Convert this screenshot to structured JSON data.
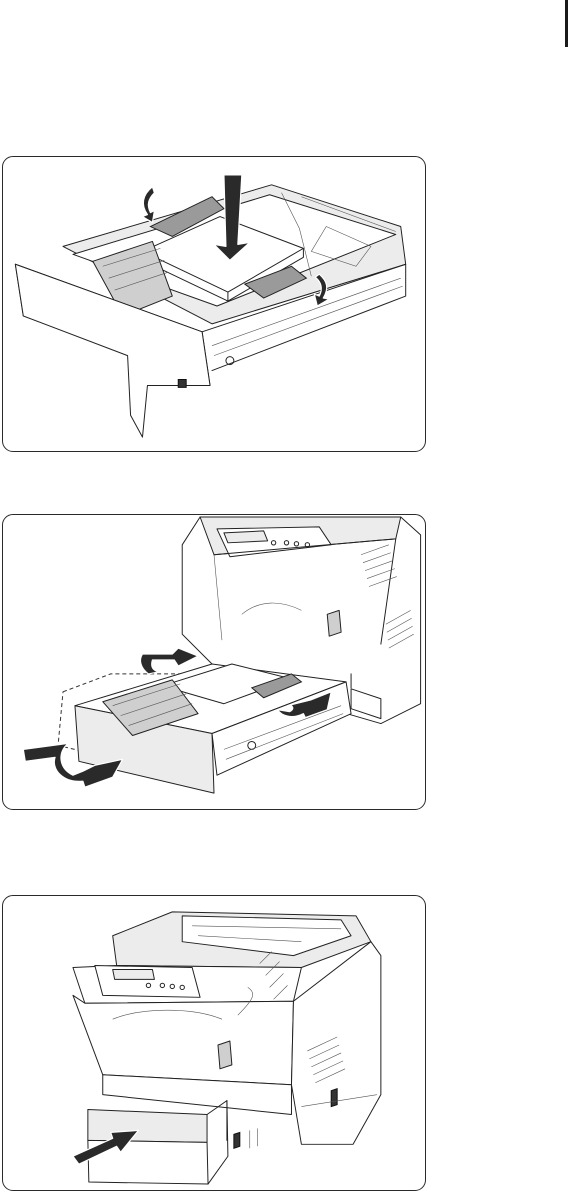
{
  "page": {
    "panels": [
      {
        "name": "load-paper-tray-illustration"
      },
      {
        "name": "insert-tray-illustration"
      },
      {
        "name": "push-tray-in-illustration"
      }
    ]
  }
}
